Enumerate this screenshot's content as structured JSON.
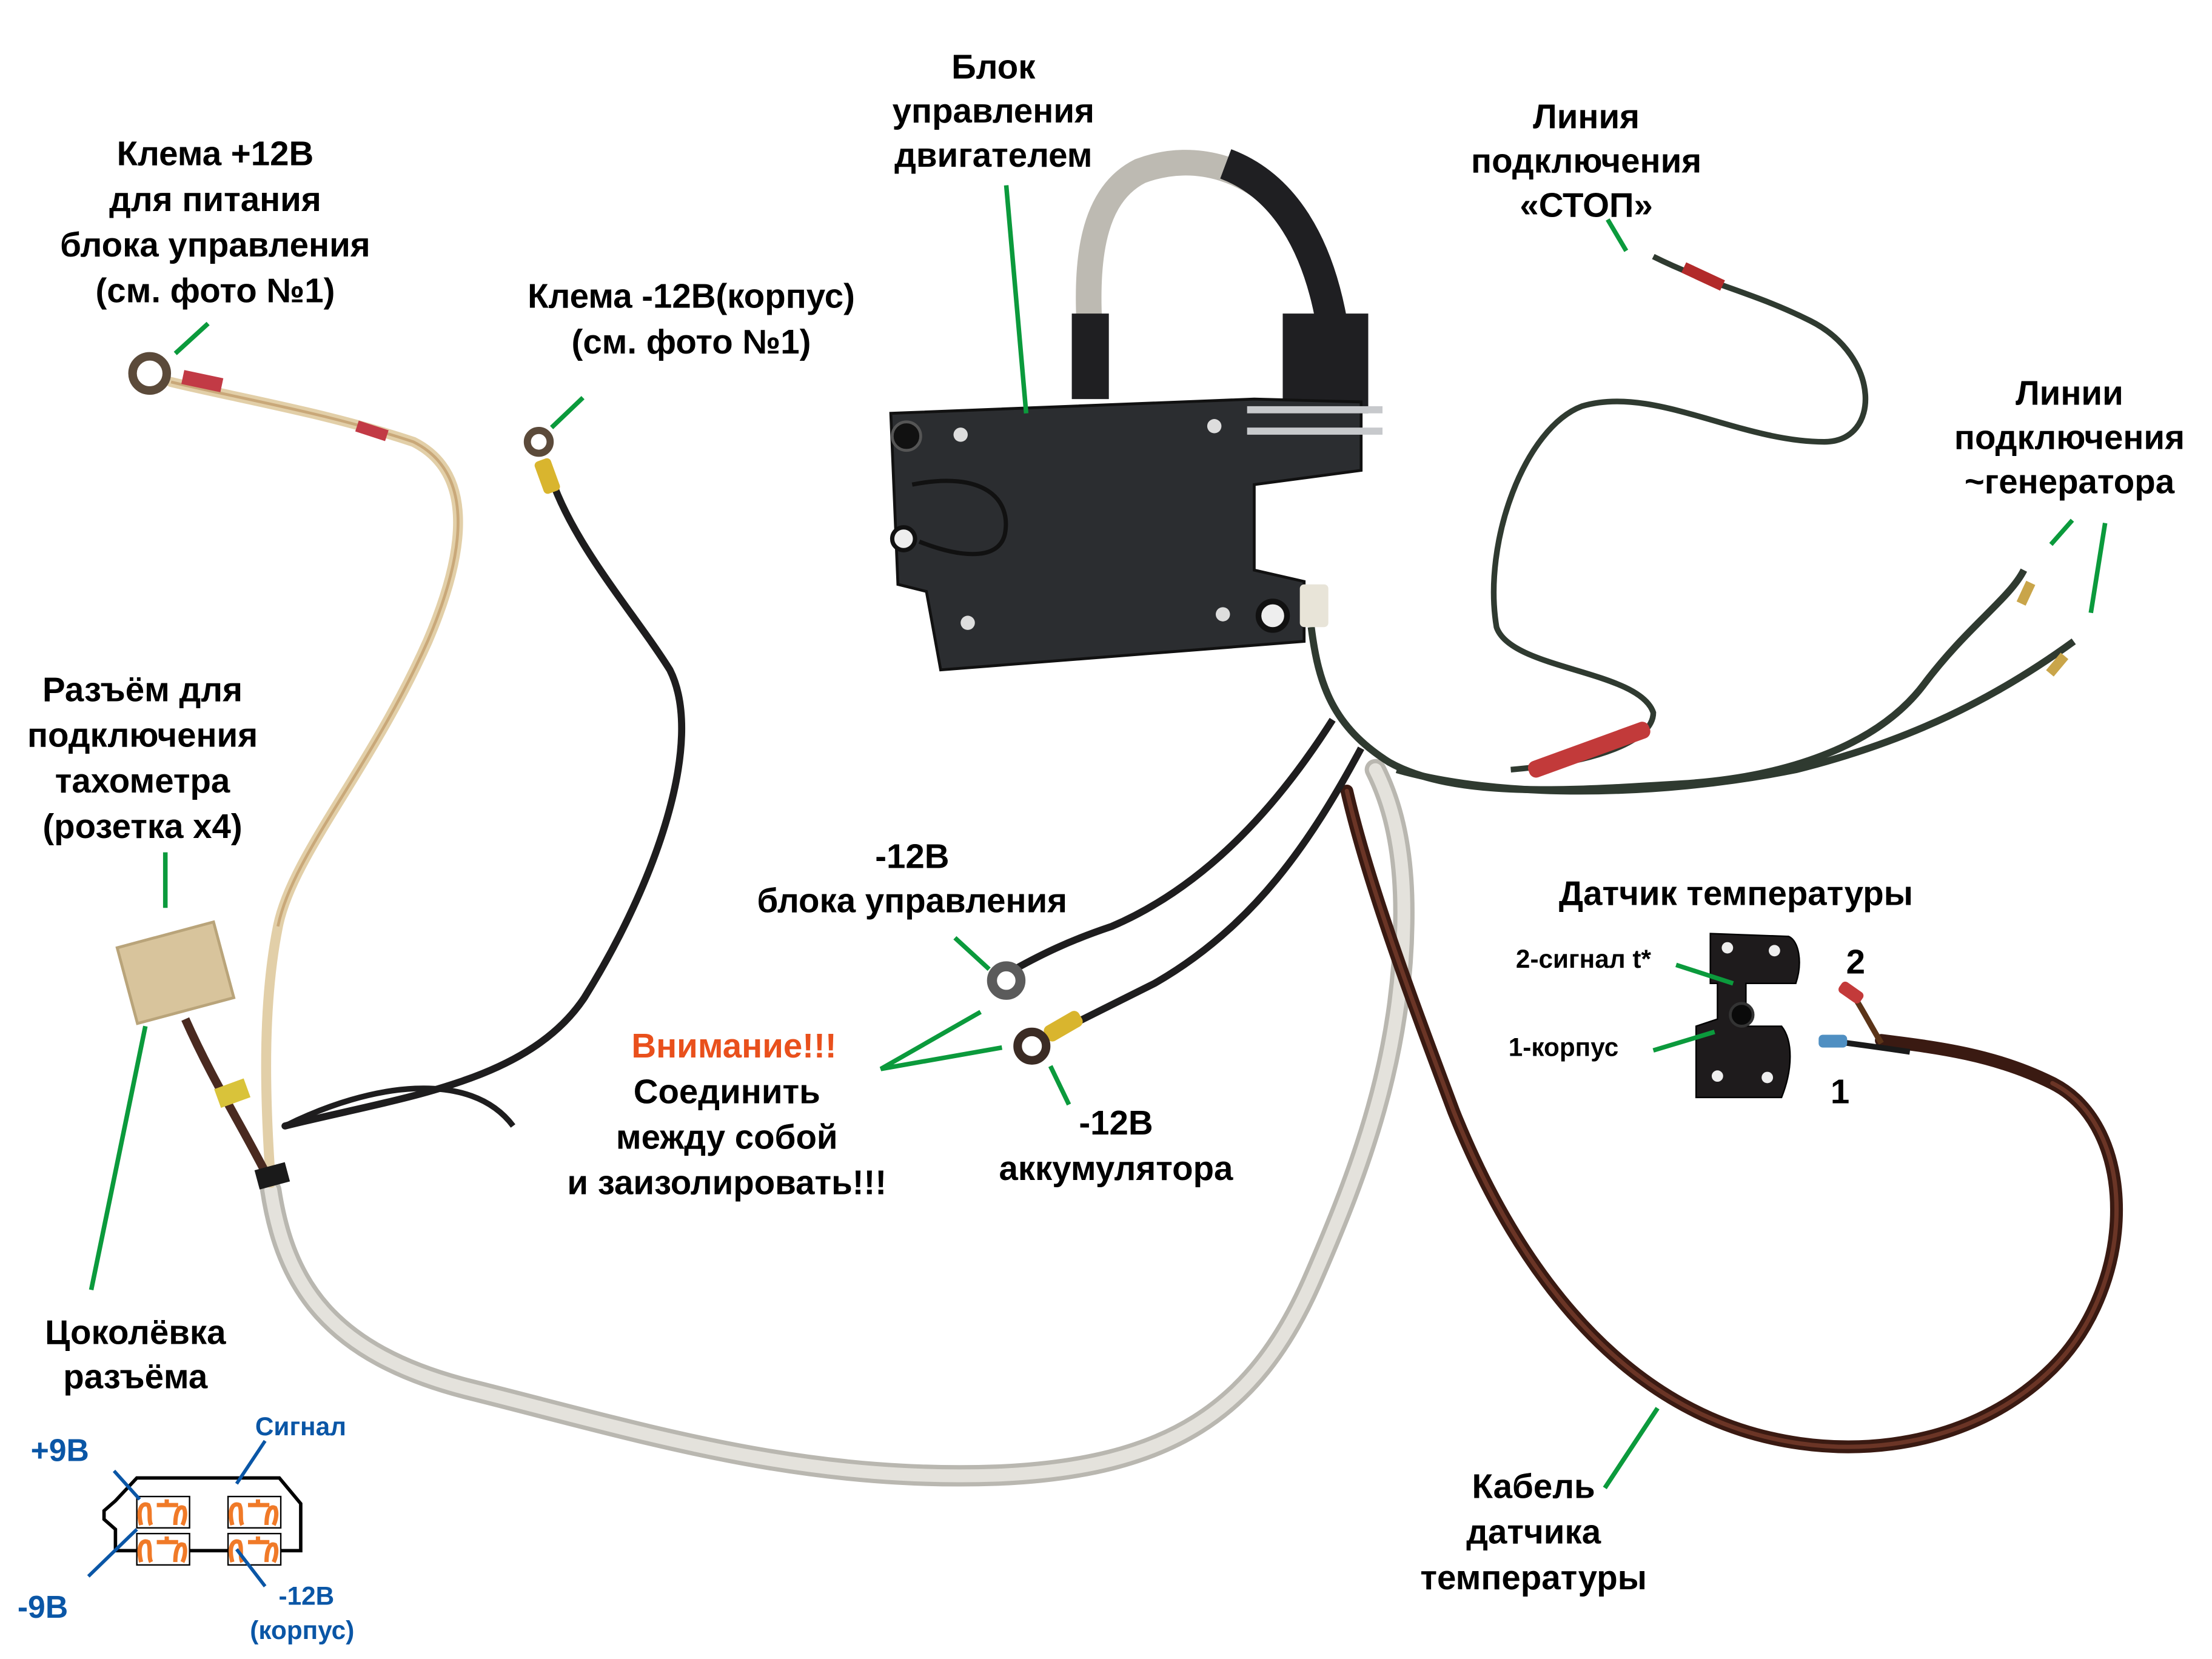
{
  "colors": {
    "leader_line": "#0b9a3c",
    "warning_text": "#e9501c",
    "pinout_text": "#0a56a6",
    "pin_contact": "#f07a28",
    "ecu_body": "#2b2d30",
    "grey_cable": "#cfcdc6",
    "brown_cable": "#3a1a12",
    "dark_green_wire": "#2f3a30",
    "beige_wire": "#e2cfa8"
  },
  "labels": {
    "ecu": [
      "Блок",
      "управления",
      "двигателем"
    ],
    "plus12_terminal": [
      "Клема +12В",
      "для питания",
      "блока управления",
      "(см. фото №1)"
    ],
    "minus12_terminal": [
      "Клема -12В(корпус)",
      "(см. фото №1)"
    ],
    "stop_line": [
      "Линия",
      "подключения",
      "«СТОП»"
    ],
    "generator_lines": [
      "Линии",
      "подключения",
      "~генератора"
    ],
    "tacho_connector": [
      "Разъём для",
      "подключения",
      "тахометра",
      "(розетка х4)"
    ],
    "ecu_ground": [
      "-12В",
      "блока управления"
    ],
    "battery_ground": [
      "-12В",
      "аккумулятора"
    ],
    "warning": {
      "title": "Внимание!!!",
      "body": [
        "Соединить",
        "между собой",
        "и заизолировать!!!"
      ]
    },
    "temp_sensor": {
      "title": "Датчик температуры",
      "pin2_desc": "2-сигнал t*",
      "pin1_desc": "1-корпус",
      "pin2_num": "2",
      "pin1_num": "1"
    },
    "temp_cable": [
      "Кабель",
      "датчика",
      "температуры"
    ],
    "pinout": {
      "title": [
        "Цоколёвка",
        "разъёма"
      ],
      "plus9": "+9В",
      "signal": "Сигнал",
      "minus9": "-9В",
      "minus12": "-12В",
      "minus12_note": "(корпус)"
    }
  }
}
